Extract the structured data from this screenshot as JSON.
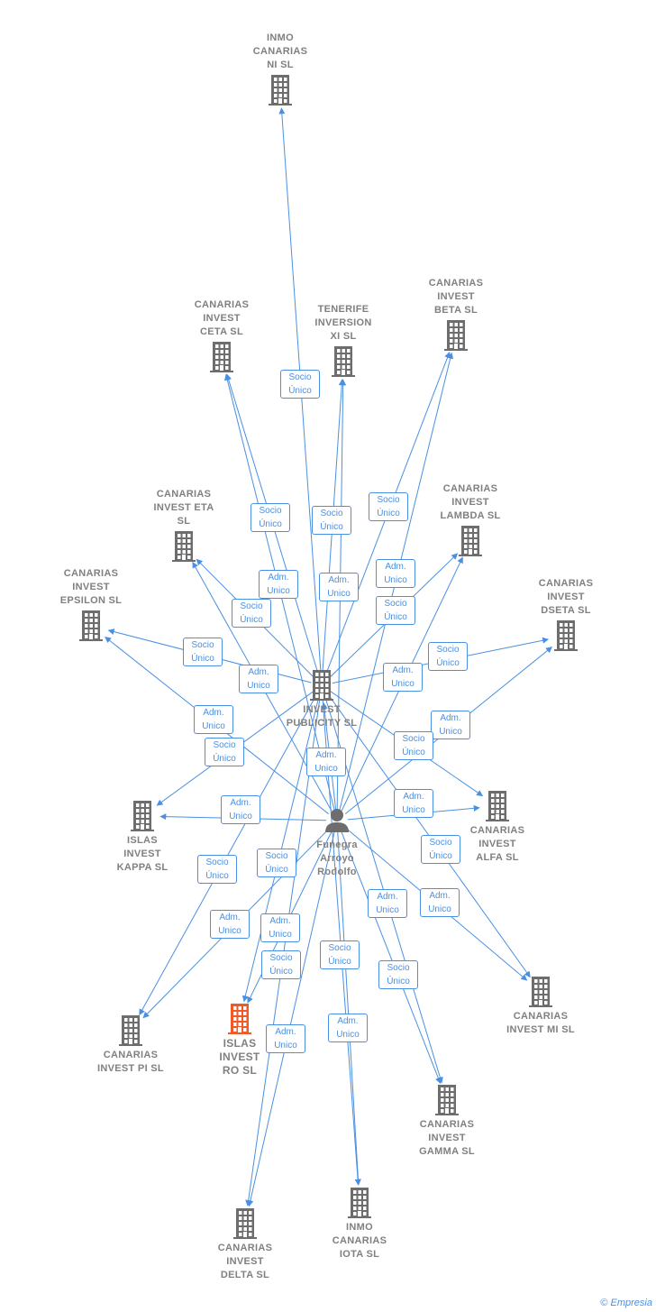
{
  "nodes": [
    {
      "id": "inmo-canarias-ni",
      "label": "INMO\nCANARIAS\nNI  SL",
      "type": "company"
    },
    {
      "id": "canarias-invest-ceta",
      "label": "CANARIAS\nINVEST\nCETA  SL",
      "type": "company"
    },
    {
      "id": "tenerife-inversion-xi",
      "label": "TENERIFE\nINVERSION\nXI  SL",
      "type": "company"
    },
    {
      "id": "canarias-invest-beta",
      "label": "CANARIAS\nINVEST\nBETA  SL",
      "type": "company"
    },
    {
      "id": "canarias-invest-eta",
      "label": "CANARIAS\nINVEST ETA\nSL",
      "type": "company"
    },
    {
      "id": "canarias-invest-lambda",
      "label": "CANARIAS\nINVEST\nLAMBDA  SL",
      "type": "company"
    },
    {
      "id": "canarias-invest-epsilon",
      "label": "CANARIAS\nINVEST\nEPSILON  SL",
      "type": "company"
    },
    {
      "id": "canarias-invest-dseta",
      "label": "CANARIAS\nINVEST\nDSETA  SL",
      "type": "company"
    },
    {
      "id": "invest-publicity",
      "label": "INVEST\nPUBLICITY  SL",
      "type": "company"
    },
    {
      "id": "islas-invest-kappa",
      "label": "ISLAS\nINVEST\nKAPPA  SL",
      "type": "company"
    },
    {
      "id": "canarias-invest-alfa",
      "label": "CANARIAS\nINVEST\nALFA  SL",
      "type": "company"
    },
    {
      "id": "funegra-arroyo-rodolfo",
      "label": "Funegra\nArroyo\nRodolfo",
      "type": "person"
    },
    {
      "id": "canarias-invest-mi",
      "label": "CANARIAS\nINVEST MI  SL",
      "type": "company"
    },
    {
      "id": "canarias-invest-pi",
      "label": "CANARIAS\nINVEST PI  SL",
      "type": "company"
    },
    {
      "id": "islas-invest-ro",
      "label": "ISLAS\nINVEST\nRO  SL",
      "type": "focus"
    },
    {
      "id": "canarias-invest-gamma",
      "label": "CANARIAS\nINVEST\nGAMMA  SL",
      "type": "company"
    },
    {
      "id": "canarias-invest-delta",
      "label": "CANARIAS\nINVEST\nDELTA  SL",
      "type": "company"
    },
    {
      "id": "inmo-canarias-iota",
      "label": "INMO\nCANARIAS\nIOTA  SL",
      "type": "company"
    }
  ],
  "edges": [
    {
      "from": "invest-publicity",
      "to": "inmo-canarias-ni",
      "label": "Socio\nÚnico"
    },
    {
      "from": "invest-publicity",
      "to": "canarias-invest-ceta",
      "label": "Socio\nÚnico"
    },
    {
      "from": "funegra-arroyo-rodolfo",
      "to": "canarias-invest-ceta",
      "label": "Adm.\nUnico"
    },
    {
      "from": "invest-publicity",
      "to": "tenerife-inversion-xi",
      "label": "Socio\nÚnico"
    },
    {
      "from": "funegra-arroyo-rodolfo",
      "to": "tenerife-inversion-xi",
      "label": "Adm.\nUnico"
    },
    {
      "from": "invest-publicity",
      "to": "canarias-invest-beta",
      "label": "Socio\nÚnico"
    },
    {
      "from": "funegra-arroyo-rodolfo",
      "to": "canarias-invest-beta",
      "label": "Adm.\nUnico"
    },
    {
      "from": "invest-publicity",
      "to": "canarias-invest-eta",
      "label": "Socio\nÚnico"
    },
    {
      "from": "funegra-arroyo-rodolfo",
      "to": "canarias-invest-eta",
      "label": "Adm.\nUnico"
    },
    {
      "from": "invest-publicity",
      "to": "canarias-invest-lambda",
      "label": "Socio\nÚnico"
    },
    {
      "from": "funegra-arroyo-rodolfo",
      "to": "canarias-invest-lambda",
      "label": "Adm.\nUnico"
    },
    {
      "from": "invest-publicity",
      "to": "canarias-invest-epsilon",
      "label": "Socio\nÚnico"
    },
    {
      "from": "funegra-arroyo-rodolfo",
      "to": "canarias-invest-epsilon",
      "label": "Adm.\nUnico"
    },
    {
      "from": "invest-publicity",
      "to": "canarias-invest-dseta",
      "label": "Socio\nÚnico"
    },
    {
      "from": "funegra-arroyo-rodolfo",
      "to": "canarias-invest-dseta",
      "label": "Adm.\nUnico"
    },
    {
      "from": "funegra-arroyo-rodolfo",
      "to": "invest-publicity",
      "label": "Adm.\nUnico"
    },
    {
      "from": "invest-publicity",
      "to": "islas-invest-kappa",
      "label": "Socio\nÚnico"
    },
    {
      "from": "funegra-arroyo-rodolfo",
      "to": "islas-invest-kappa",
      "label": "Adm.\nUnico"
    },
    {
      "from": "invest-publicity",
      "to": "canarias-invest-alfa",
      "label": "Socio\nÚnico"
    },
    {
      "from": "funegra-arroyo-rodolfo",
      "to": "canarias-invest-alfa",
      "label": "Adm.\nUnico"
    },
    {
      "from": "invest-publicity",
      "to": "canarias-invest-mi",
      "label": "Socio\nÚnico"
    },
    {
      "from": "funegra-arroyo-rodolfo",
      "to": "canarias-invest-mi",
      "label": "Adm.\nUnico"
    },
    {
      "from": "invest-publicity",
      "to": "canarias-invest-pi",
      "label": "Socio\nÚnico"
    },
    {
      "from": "funegra-arroyo-rodolfo",
      "to": "canarias-invest-pi",
      "label": "Adm.\nUnico"
    },
    {
      "from": "invest-publicity",
      "to": "islas-invest-ro",
      "label": "Socio\nÚnico"
    },
    {
      "from": "funegra-arroyo-rodolfo",
      "to": "islas-invest-ro",
      "label": "Adm.\nUnico"
    },
    {
      "from": "invest-publicity",
      "to": "canarias-invest-gamma",
      "label": "Socio\nÚnico"
    },
    {
      "from": "funegra-arroyo-rodolfo",
      "to": "canarias-invest-gamma",
      "label": "Adm.\nUnico"
    },
    {
      "from": "invest-publicity",
      "to": "canarias-invest-delta",
      "label": "Socio\nÚnico"
    },
    {
      "from": "funegra-arroyo-rodolfo",
      "to": "canarias-invest-delta",
      "label": "Adm.\nUnico"
    },
    {
      "from": "invest-publicity",
      "to": "inmo-canarias-iota",
      "label": "Socio\nÚnico"
    },
    {
      "from": "funegra-arroyo-rodolfo",
      "to": "inmo-canarias-iota",
      "label": "Adm.\nUnico"
    }
  ],
  "colors": {
    "edge": "#4a90e2",
    "company_icon": "#6d6d6d",
    "focus_icon": "#f05a28",
    "label": "#808080"
  },
  "footer": {
    "copyright": "©",
    "brand": "Empresia"
  }
}
